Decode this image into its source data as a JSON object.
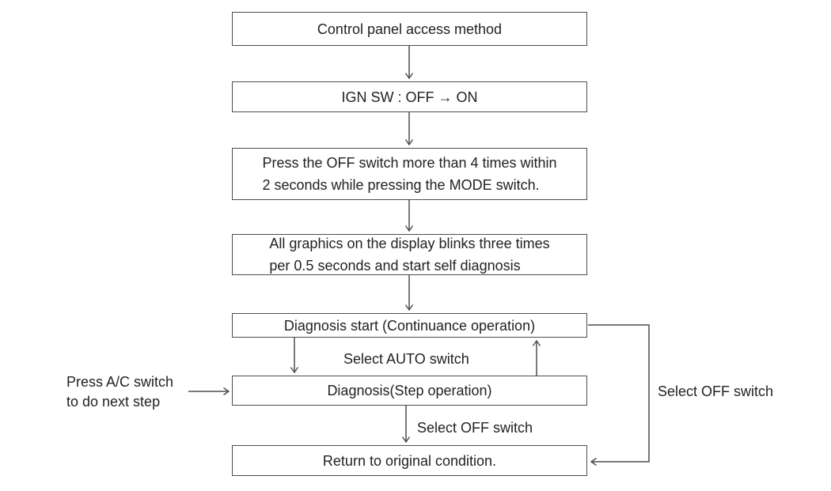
{
  "diagram": {
    "type": "flowchart",
    "title": "Control panel access method flowchart",
    "boxes": [
      {
        "name": "control-panel-access-method",
        "lines": [
          "Control panel access method"
        ]
      },
      {
        "name": "ign-sw-off-on",
        "lines": [
          "IGN SW : OFF → ON"
        ]
      },
      {
        "name": "press-off-switch-instruction",
        "lines": [
          "Press the OFF switch more than 4 times within",
          "2 seconds while pressing the MODE switch."
        ]
      },
      {
        "name": "graphics-blink-self-diagnosis",
        "lines": [
          "All graphics on the display blinks three times",
          "per 0.5 seconds and start self diagnosis"
        ]
      },
      {
        "name": "diagnosis-start-continuance",
        "lines": [
          "Diagnosis start (Continuance operation)"
        ]
      },
      {
        "name": "diagnosis-step-operation",
        "lines": [
          "Diagnosis(Step operation)"
        ]
      },
      {
        "name": "return-to-original-condition",
        "lines": [
          "Return to original condition."
        ]
      }
    ],
    "edge_labels": {
      "select_auto": "Select AUTO switch",
      "select_off_between": "Select OFF switch",
      "select_off_right": "Select OFF switch",
      "press_ac_line1": "Press A/C switch",
      "press_ac_line2": "to do next step"
    },
    "colors": {
      "line": "#4d4d4d",
      "text": "#222222",
      "background": "#ffffff"
    }
  }
}
